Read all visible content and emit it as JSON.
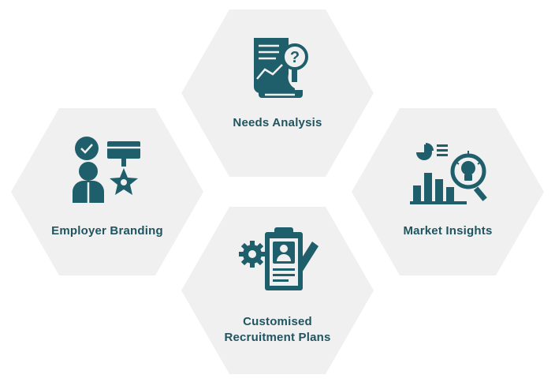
{
  "diagram": {
    "accent_color": "#1f5f6b",
    "hex_fill": "#f0f0f0",
    "items": [
      {
        "id": "needs-analysis",
        "label_lines": [
          "Needs Analysis"
        ],
        "icon": "document-magnifier-question-icon"
      },
      {
        "id": "employer-branding",
        "label_lines": [
          "Employer Branding"
        ],
        "icon": "person-badge-medal-icon"
      },
      {
        "id": "market-insights",
        "label_lines": [
          "Market Insights"
        ],
        "icon": "chart-lightbulb-magnifier-icon"
      },
      {
        "id": "recruitment-plans",
        "label_lines": [
          "Customised",
          "Recruitment Plans"
        ],
        "icon": "clipboard-gear-pencil-icon"
      }
    ]
  }
}
